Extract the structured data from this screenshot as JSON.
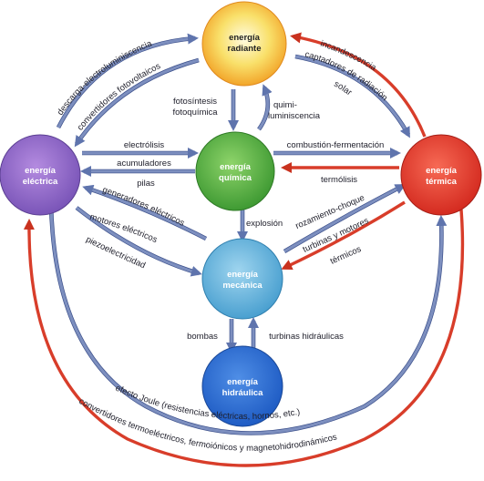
{
  "nodes": {
    "radiante": {
      "line1": "energía",
      "line2": "radiante"
    },
    "electrica": {
      "line1": "energía",
      "line2": "eléctrica"
    },
    "quimica": {
      "line1": "energía",
      "line2": "química"
    },
    "termica": {
      "line1": "energía",
      "line2": "térmica"
    },
    "mecanica": {
      "line1": "energía",
      "line2": "mecánica"
    },
    "hidraulica": {
      "line1": "energía",
      "line2": "hidráulica"
    }
  },
  "labels": {
    "descarga": "descarga-electroluminiscencia",
    "convertidores_fv": "convertidores fotovoltaicos",
    "incandescencia": "incandescencia",
    "captadores": "captadores de radiación",
    "solar": "solar",
    "fotosintesis": "fotosíntesis",
    "fotoquimica": "fotoquímica",
    "quimi": "quimi-",
    "luminiscencia": "luminiscencia",
    "electrolisis": "electrólisis",
    "acumuladores": "acumuladores",
    "pilas": "pilas",
    "combustion": "combustión-fermentación",
    "termolisis": "termólisis",
    "generadores": "generadores eléctricos",
    "explosion": "explosión",
    "rozamiento": "rozamiento-choque",
    "turbinas_motores": "turbinas y motores",
    "termicos": "térmicos",
    "motores_electricos": "motores eléctricos",
    "piezo": "piezoelectricidad",
    "bombas": "bombas",
    "turbinas_hidraulicas": "turbinas hidráulicas",
    "efecto_joule": "efecto Joule (resistencias eléctricas, hornos, etc.)",
    "convertidores_termo": "convertidores termoeléctricos, fermoiónicos y magnetohidrodinámicos"
  },
  "colors": {
    "radiante": "#f5d34a",
    "electrica": "#8a68c4",
    "quimica": "#4fae3e",
    "termica": "#e23a2c",
    "mecanica": "#5ab0dc",
    "hidraulica": "#2f6fd2",
    "arrow_blue": "#7d8fbf",
    "arrow_red": "#d83d2a"
  }
}
